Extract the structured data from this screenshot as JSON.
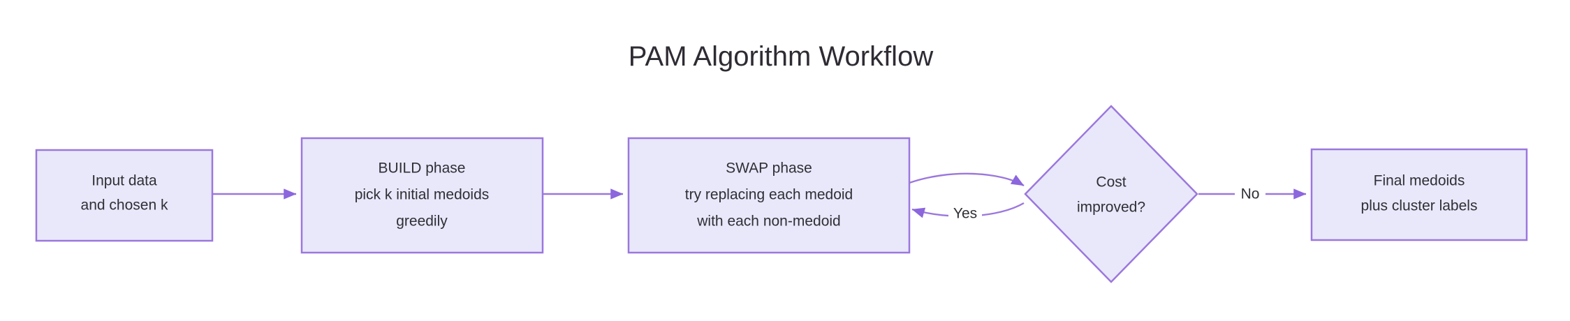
{
  "title": "PAM Algorithm Workflow",
  "theme": {
    "background": "#ffffff",
    "node_fill": "#e9e8fb",
    "node_stroke": "#9b77dd",
    "edge_stroke": "#9b77dd",
    "text_color": "#2f2f35",
    "title_color": "#2f2b33"
  },
  "nodes": {
    "input": {
      "shape": "rectangle",
      "lines": [
        "Input data",
        "and chosen k"
      ],
      "line1": "Input data",
      "line2": "and chosen k"
    },
    "build": {
      "shape": "rectangle",
      "lines": [
        "BUILD phase",
        "pick k initial medoids",
        "greedily"
      ],
      "line1": "BUILD phase",
      "line2": "pick k initial medoids",
      "line3": "greedily"
    },
    "swap": {
      "shape": "rectangle",
      "lines": [
        "SWAP phase",
        "try replacing each medoid",
        "with each non-medoid"
      ],
      "line1": "SWAP phase",
      "line2": "try replacing each medoid",
      "line3": "with each non-medoid"
    },
    "decision": {
      "shape": "diamond",
      "lines": [
        "Cost",
        "improved?"
      ],
      "line1": "Cost",
      "line2": "improved?"
    },
    "output": {
      "shape": "rectangle",
      "lines": [
        "Final medoids",
        "plus cluster labels"
      ],
      "line1": "Final medoids",
      "line2": "plus cluster labels"
    }
  },
  "edges": [
    {
      "id": "input-to-build",
      "from": "input",
      "to": "build",
      "label": ""
    },
    {
      "id": "build-to-swap",
      "from": "build",
      "to": "swap",
      "label": ""
    },
    {
      "id": "swap-to-decision",
      "from": "swap",
      "to": "decision",
      "label": ""
    },
    {
      "id": "decision-to-swap",
      "from": "decision",
      "to": "swap",
      "label": "Yes"
    },
    {
      "id": "decision-to-output",
      "from": "decision",
      "to": "output",
      "label": "No"
    }
  ],
  "edge_labels": {
    "yes": "Yes",
    "no": "No"
  }
}
